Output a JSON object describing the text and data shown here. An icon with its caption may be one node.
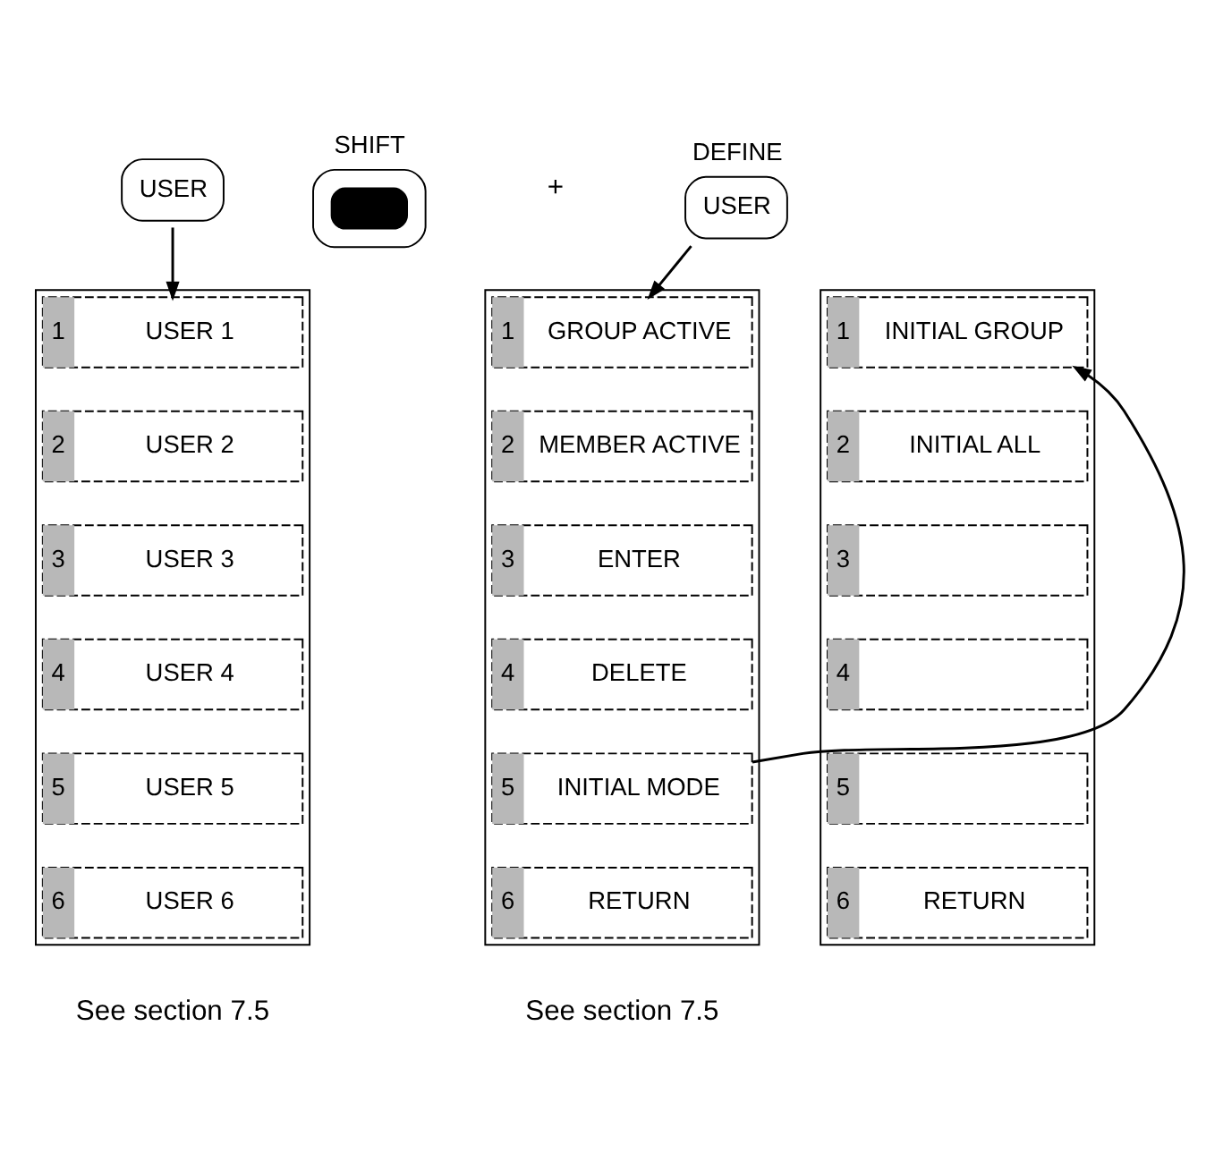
{
  "diagram": {
    "nodes": [
      {
        "text": [
          "USER"
        ]
      },
      {
        "text": [],
        "shape": "oval",
        "beside": [
          "SHIFT"
        ]
      },
      {
        "text": [
          "USER"
        ],
        "beside": [
          "DEFINE"
        ]
      },
      {
        "text": [],
        "shape": "box"
      },
      {
        "text": [
          "1",
          "USER 1"
        ],
        "in": 3
      },
      {
        "text": [
          "2",
          "USER 2"
        ],
        "in": 3
      },
      {
        "text": [
          "3",
          "USER 3"
        ],
        "in": 3
      },
      {
        "text": [
          "4",
          "USER 4"
        ],
        "in": 3
      },
      {
        "text": [
          "5",
          "USER 5"
        ],
        "in": 3
      },
      {
        "text": [
          "6",
          "USER 6"
        ],
        "in": 3
      },
      {
        "text": [],
        "shape": "box"
      },
      {
        "text": [
          "1",
          "GROUP ACTIVE"
        ],
        "in": 10
      },
      {
        "text": [
          "2",
          "MEMBER ACTIVE"
        ],
        "in": 10
      },
      {
        "text": [
          "3",
          "ENTER"
        ],
        "in": 10
      },
      {
        "text": [
          "4",
          "DELETE"
        ],
        "in": 10
      },
      {
        "text": [
          "5",
          "INITIAL MODE"
        ],
        "in": 10
      },
      {
        "text": [
          "6",
          "RETURN"
        ],
        "in": 10
      },
      {
        "text": [],
        "shape": "box"
      },
      {
        "text": [
          "1",
          "INITIAL GROUP"
        ],
        "in": 17
      },
      {
        "text": [
          "2",
          "INITIAL ALL"
        ],
        "in": 17
      },
      {
        "text": [
          "3"
        ],
        "in": 17
      },
      {
        "text": [
          "4"
        ],
        "in": 17
      },
      {
        "text": [
          "5"
        ],
        "in": 17
      },
      {
        "text": [
          "6",
          "RETURN"
        ],
        "in": 17
      }
    ],
    "edges": [
      {
        "from": 0,
        "to": 4,
        "arrow": "to"
      },
      {
        "from": 2,
        "to": 11,
        "arrow": "to"
      },
      {
        "from": 15,
        "to": 18,
        "arrow": "to"
      }
    ],
    "labels": [
      "+",
      "See section 7.5",
      "See section 7.5"
    ]
  }
}
